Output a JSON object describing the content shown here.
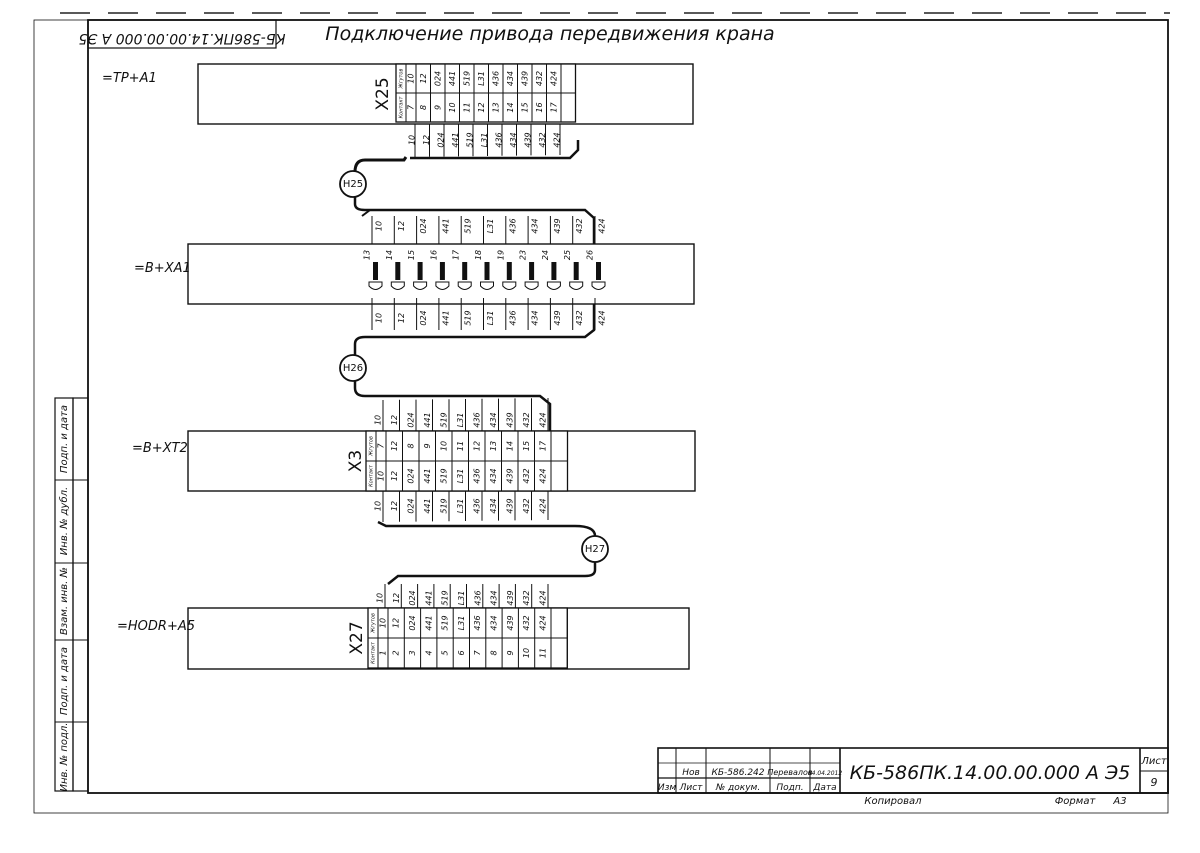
{
  "title": "Подключение привода передвижения крана",
  "corner_stamp": "КБ-586ПК.14.00.00.000 А Э5",
  "left_strip": [
    "Подп. и дата",
    "Инв. № дубл.",
    "Взам. инв. №",
    "Подп. и дата",
    "Инв. № подл."
  ],
  "devices": [
    {
      "label": "=TP+A1",
      "connector": "X25",
      "kind": "plug",
      "header_top": "Жгутов",
      "header_bottom": "Контакт",
      "wires": [
        "10",
        "12",
        "024",
        "441",
        "519",
        "L31",
        "436",
        "434",
        "439",
        "432",
        "424"
      ],
      "pins": [
        "7",
        "8",
        "9",
        "10",
        "11",
        "12",
        "13",
        "14",
        "15",
        "16",
        "17"
      ]
    },
    {
      "label": "=B+XA1",
      "connector": "",
      "kind": "terminal",
      "terminals": [
        "13",
        "14",
        "15",
        "16",
        "17",
        "18",
        "19",
        "23",
        "24",
        "25",
        "26"
      ],
      "wires_top": [
        "10",
        "12",
        "024",
        "441",
        "519",
        "L31",
        "436",
        "434",
        "439",
        "432",
        "424"
      ],
      "wires_bottom": [
        "10",
        "12",
        "024",
        "441",
        "519",
        "L31",
        "436",
        "434",
        "439",
        "432",
        "424"
      ]
    },
    {
      "label": "=B+XT2",
      "connector": "X3",
      "kind": "plug",
      "header_top": "Жгутов",
      "header_bottom": "Контакт",
      "pins": [
        "7",
        "12",
        "8",
        "9",
        "10",
        "11",
        "12",
        "13",
        "14",
        "15",
        "17"
      ],
      "wires": [
        "10",
        "12",
        "024",
        "441",
        "519",
        "L31",
        "436",
        "434",
        "439",
        "432",
        "424"
      ]
    },
    {
      "label": "=HODR+A5",
      "connector": "X27",
      "kind": "plug",
      "header_top": "Жгутов",
      "header_bottom": "Контакт",
      "wires": [
        "10",
        "12",
        "024",
        "441",
        "519",
        "L31",
        "436",
        "434",
        "439",
        "432",
        "424"
      ],
      "pins": [
        "1",
        "2",
        "3",
        "4",
        "5",
        "6",
        "7",
        "8",
        "9",
        "10",
        "11"
      ]
    }
  ],
  "harness": {
    "wires": [
      "10",
      "12",
      "024",
      "441",
      "519",
      "L31",
      "436",
      "434",
      "439",
      "432",
      "424"
    ],
    "labels": [
      "H25",
      "H26",
      "H27"
    ]
  },
  "title_block": {
    "designation": "КБ-586ПК.14.00.00.000 А Э5",
    "row_values": [
      "Нов",
      "КБ-586.242",
      "Перевалов",
      "04.04.2012"
    ],
    "row_headers": [
      "Изм",
      "Лист",
      "№ докум.",
      "Подп.",
      "Дата"
    ],
    "sheet_label": "Лист",
    "sheet_number": "9",
    "copied": "Копировал",
    "format": "Формат",
    "format_value": "А3"
  }
}
